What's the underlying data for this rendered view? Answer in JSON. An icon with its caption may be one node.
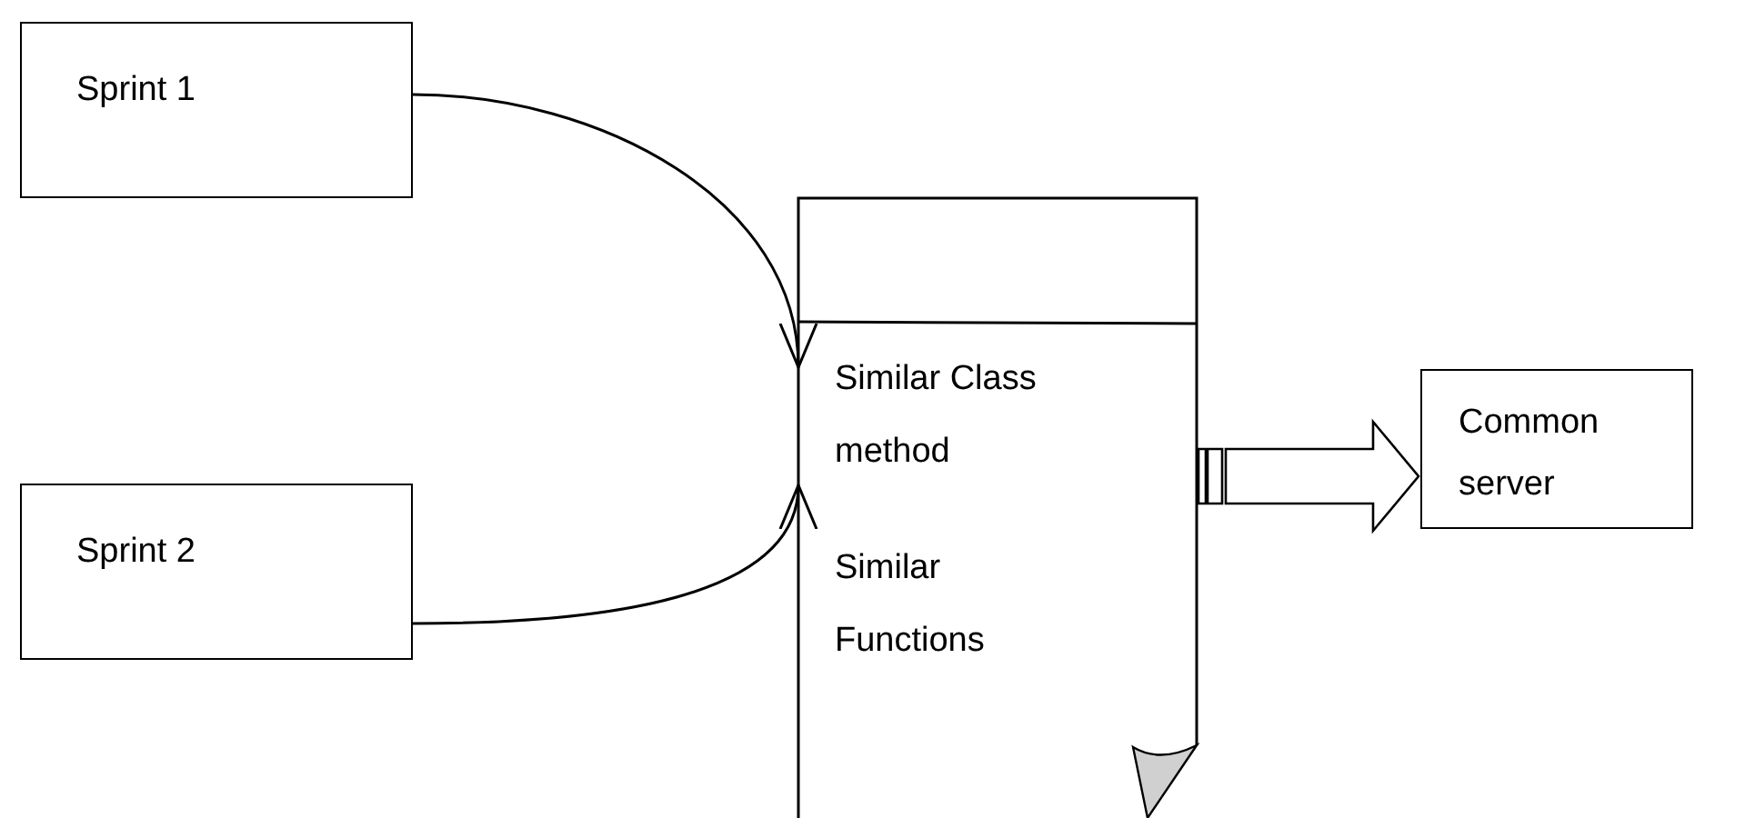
{
  "diagram": {
    "nodes": [
      {
        "text": [
          "Sprint 1"
        ]
      },
      {
        "text": [
          "Sprint 2"
        ]
      },
      {
        "text": [
          "Similar Class method",
          "Similar Functions"
        ]
      },
      {
        "text": [
          "Common server"
        ]
      }
    ],
    "edges": [
      {
        "from": 0,
        "to": 2,
        "arrow": "to"
      },
      {
        "from": 1,
        "to": 2,
        "arrow": "to"
      },
      {
        "from": 2,
        "to": 3,
        "arrow": "to",
        "style": "thick"
      }
    ]
  }
}
